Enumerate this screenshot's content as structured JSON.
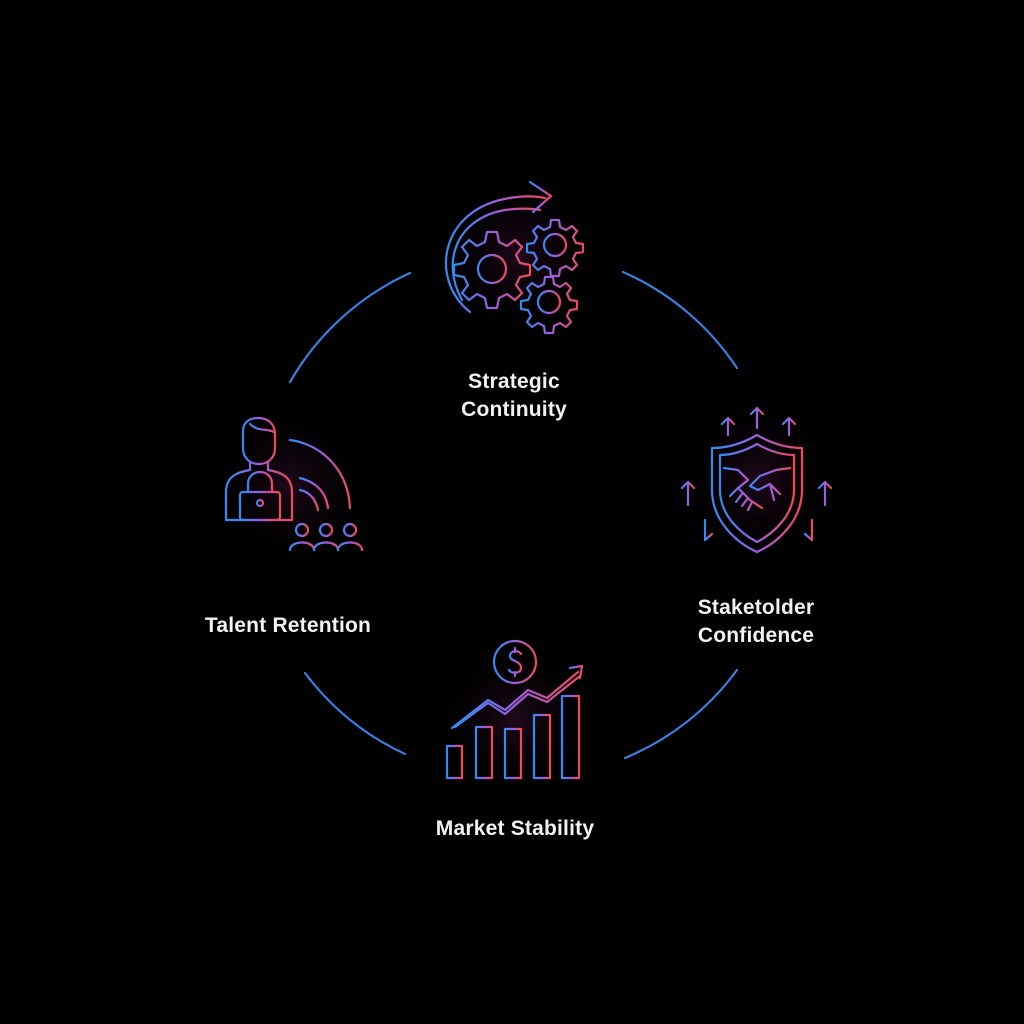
{
  "diagram": {
    "type": "cycle",
    "colors": {
      "background": "#000000",
      "ring": "#3f7fe0",
      "gradient_start": "#2f8cf0",
      "gradient_mid": "#9a5fe0",
      "gradient_end": "#ef4a5a",
      "text": "#f2f2f2"
    },
    "nodes": [
      {
        "id": "strategic",
        "line1": "Strategic",
        "line2": "Continuity",
        "icon": "gears-arrow-icon"
      },
      {
        "id": "stakeholder",
        "line1": "Staketolder",
        "line2": "Confidence",
        "icon": "shield-handshake-icon"
      },
      {
        "id": "market",
        "line1": "Market Stability",
        "icon": "bar-chart-dollar-icon"
      },
      {
        "id": "talent",
        "line1": "Talent Retention",
        "icon": "person-lock-team-icon"
      }
    ]
  }
}
